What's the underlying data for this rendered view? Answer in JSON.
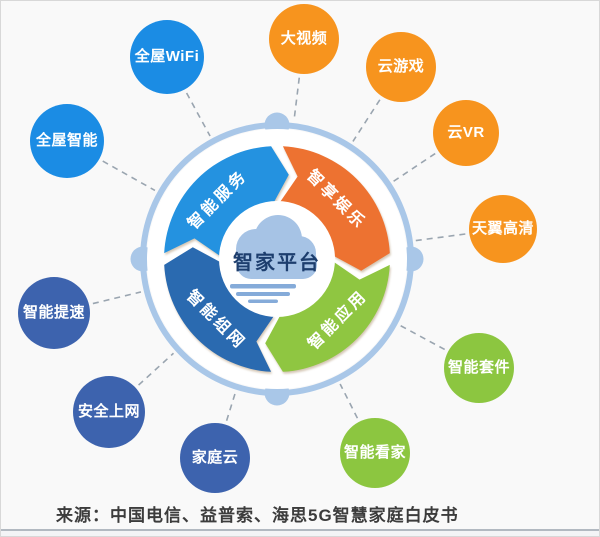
{
  "diagram": {
    "hub": {
      "label": "智家平台",
      "text_color": "#1d3e6e",
      "cloud_color": "#a6c3e5",
      "underline_color": "#85abd9"
    },
    "ring_color": "#a9c7e8",
    "spoke_color": "#9aa5b0",
    "segments": [
      {
        "id": "smart-service",
        "label": "智能服务",
        "color": "#2492e0"
      },
      {
        "id": "smart-entertainment",
        "label": "智享娱乐",
        "color": "#ed7231"
      },
      {
        "id": "smart-application",
        "label": "智能应用",
        "color": "#8fc641"
      },
      {
        "id": "smart-networking",
        "label": "智能组网",
        "color": "#2a6ab0"
      }
    ],
    "bubbles": [
      {
        "id": "whole-home-wifi",
        "label": "全屋WiFi",
        "color": "#1b8ce4"
      },
      {
        "id": "big-video",
        "label": "大视频",
        "color": "#f7941e"
      },
      {
        "id": "cloud-gaming",
        "label": "云游戏",
        "color": "#f7941e"
      },
      {
        "id": "cloud-vr",
        "label": "云VR",
        "color": "#f7941e"
      },
      {
        "id": "tianyi-hd",
        "label": "天翼高清",
        "color": "#f7941e"
      },
      {
        "id": "whole-home-smart",
        "label": "全屋智能",
        "color": "#1b8ce4"
      },
      {
        "id": "smart-speedup",
        "label": "智能提速",
        "color": "#3d63ae"
      },
      {
        "id": "safe-internet",
        "label": "安全上网",
        "color": "#3d63ae"
      },
      {
        "id": "family-cloud",
        "label": "家庭云",
        "color": "#3d63ae"
      },
      {
        "id": "smart-home-guard",
        "label": "智能看家",
        "color": "#8cc640"
      },
      {
        "id": "smart-kit",
        "label": "智能套件",
        "color": "#8cc640"
      }
    ]
  },
  "source": {
    "text": "来源：中国电信、益普索、海思5G智慧家庭白皮书"
  }
}
